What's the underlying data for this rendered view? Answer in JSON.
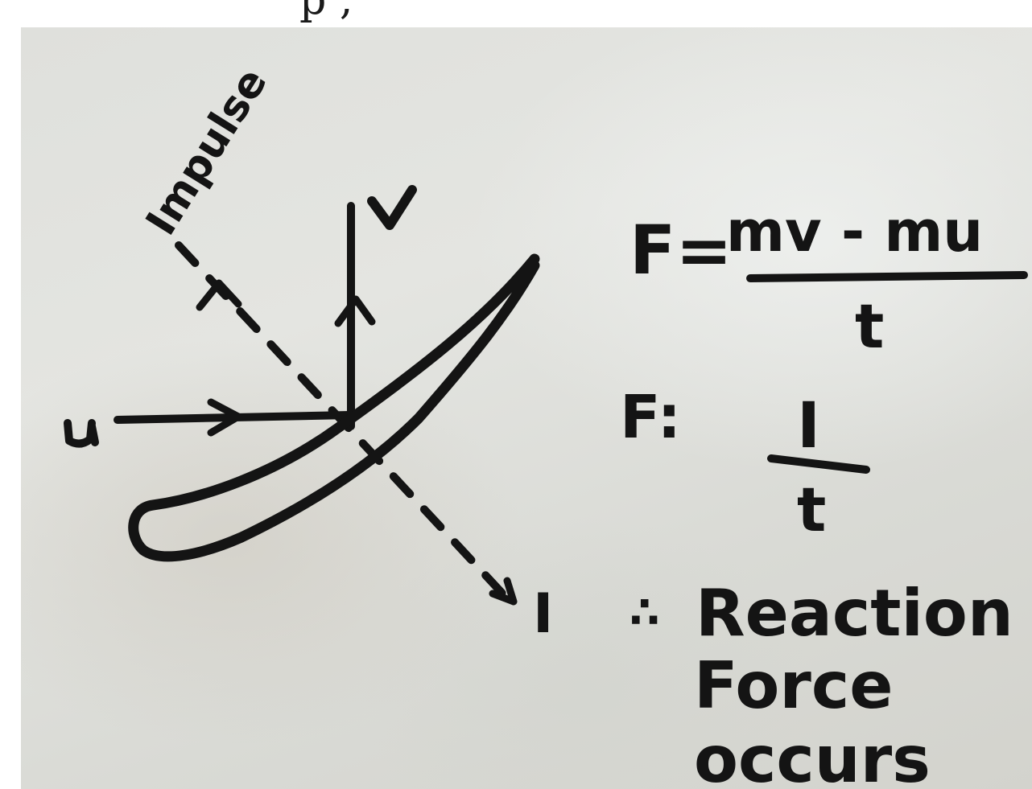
{
  "top_fragment": "p    ,",
  "diagram": {
    "labels": {
      "impulse_axis": "Impulse",
      "initial_velocity": "u",
      "final_velocity": "v",
      "impulse_vector": "I"
    }
  },
  "equations": {
    "force_label_1": "F=",
    "numerator_1": "mv - mu",
    "denominator_1": "t",
    "force_label_2": "F:",
    "numerator_2": "I",
    "denominator_2": "t"
  },
  "conclusion": {
    "therefore_symbol": "∴",
    "line_1": "Reaction",
    "line_2": "Force",
    "line_3": "occurs"
  }
}
